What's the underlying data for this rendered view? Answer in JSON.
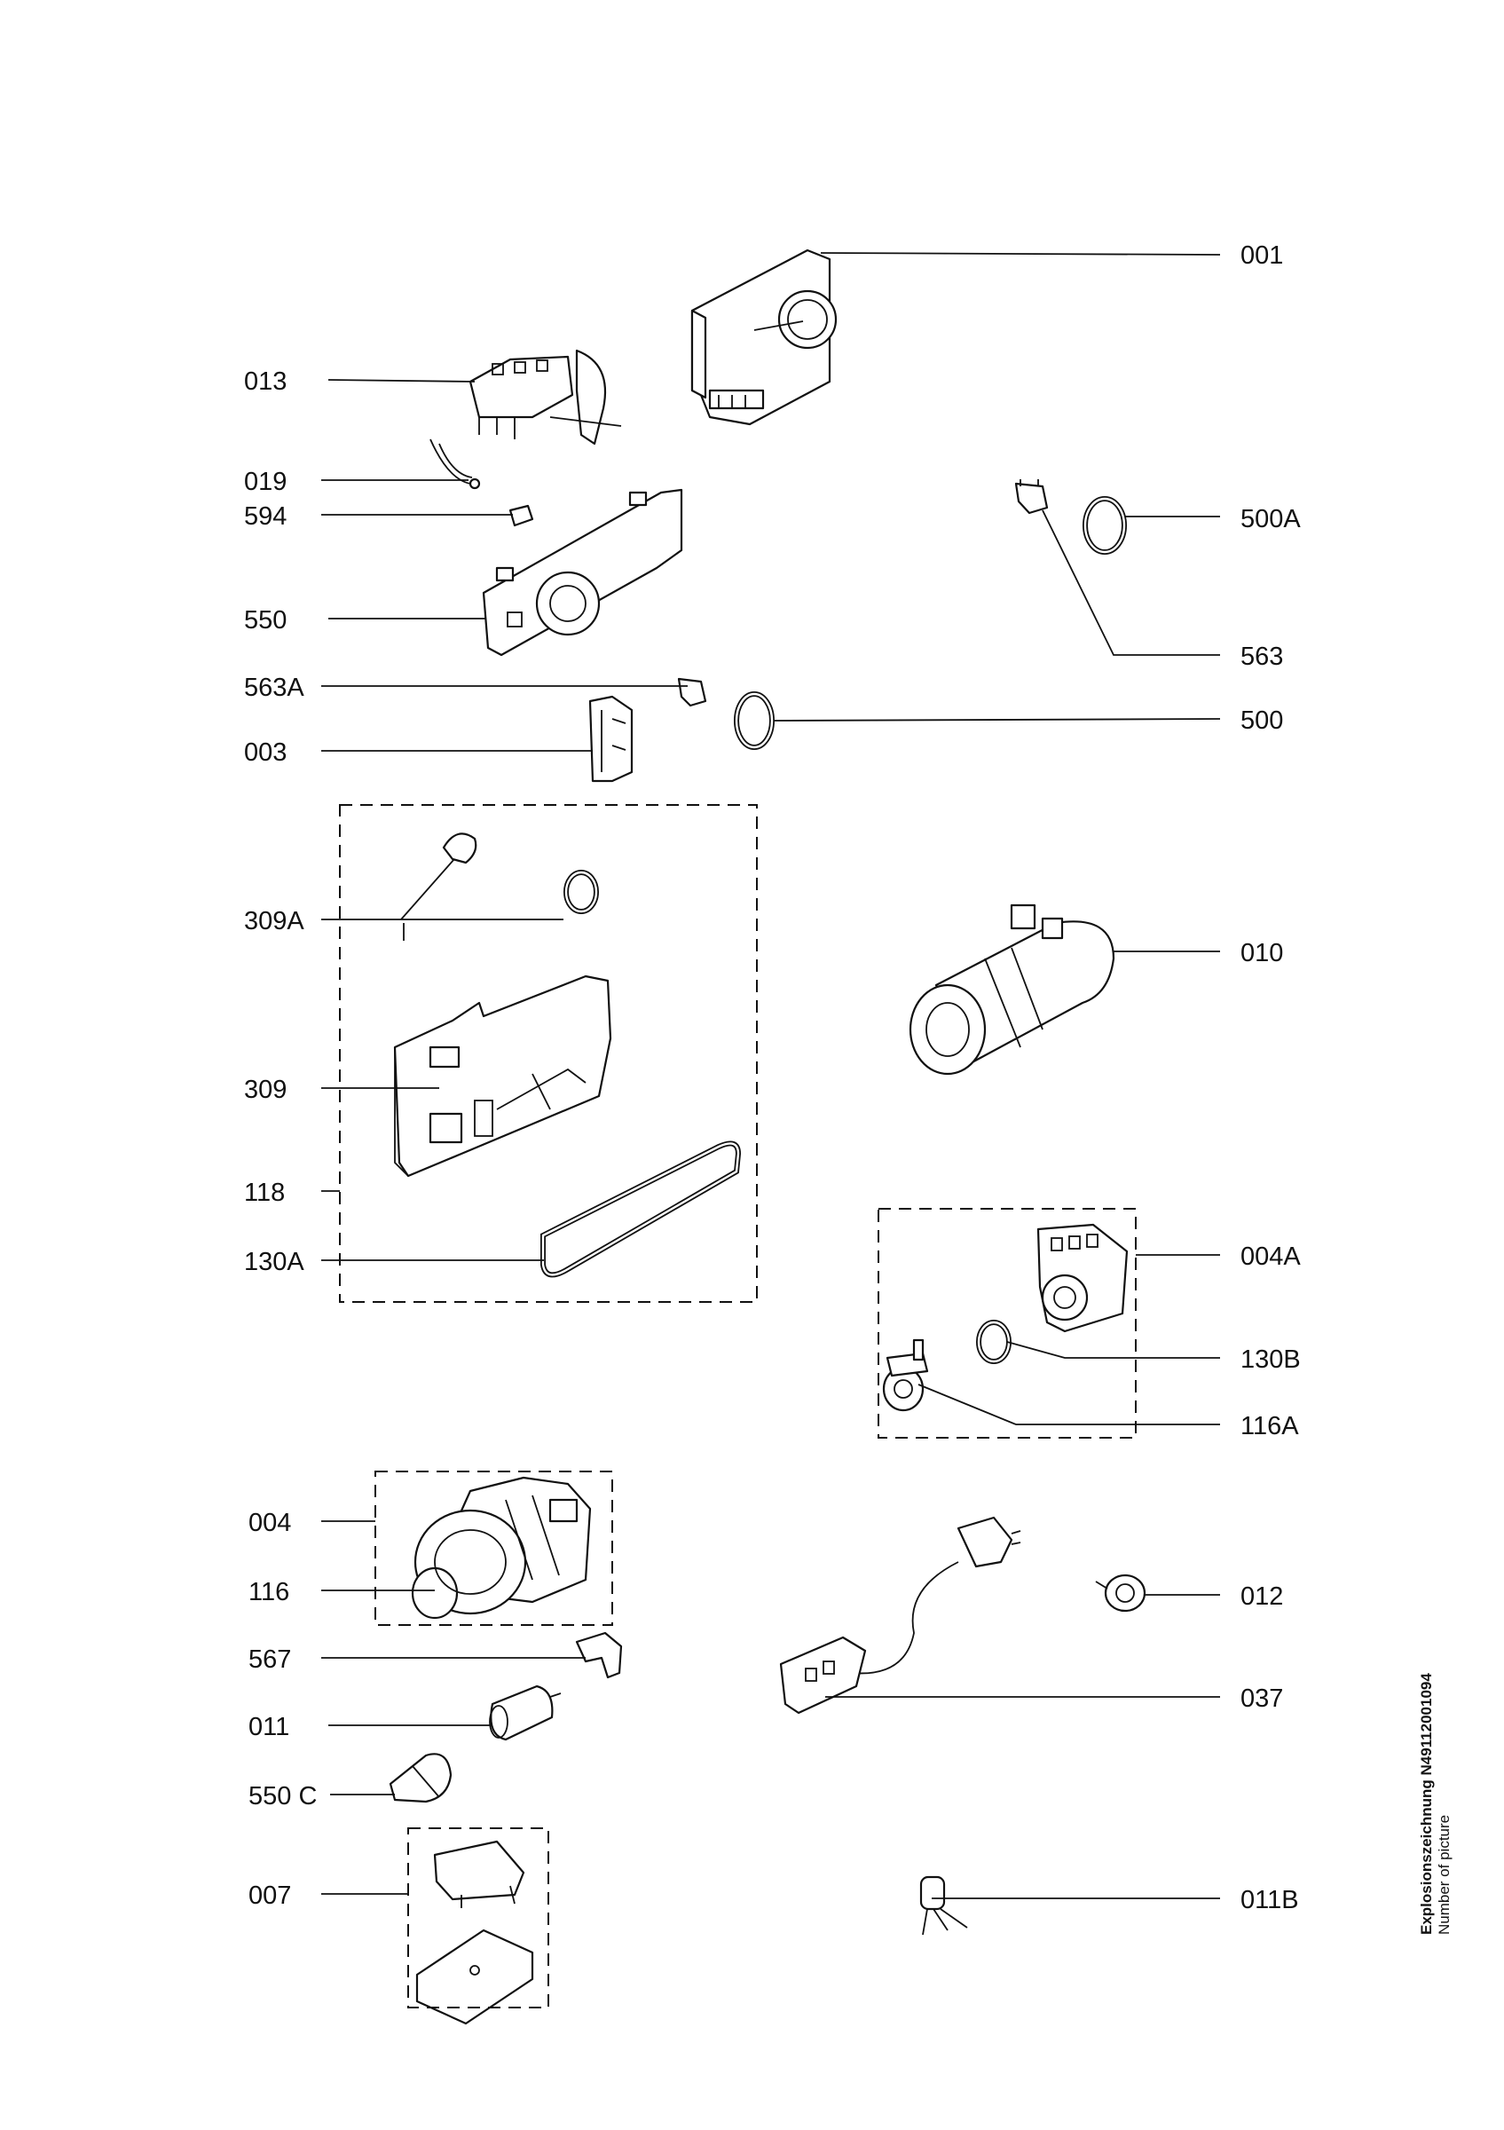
{
  "part_labels": {
    "p001": "001",
    "p013": "013",
    "p019": "019",
    "p594": "594",
    "p500A": "500A",
    "p550": "550",
    "p563": "563",
    "p563A": "563A",
    "p500": "500",
    "p003": "003",
    "p309A": "309A",
    "p010": "010",
    "p309": "309",
    "p118": "118",
    "p130A": "130A",
    "p004A": "004A",
    "p130B": "130B",
    "p116A": "116A",
    "p004": "004",
    "p116": "116",
    "p012": "012",
    "p567": "567",
    "p037": "037",
    "p011": "011",
    "p550C": "550 C",
    "p007": "007",
    "p011B": "011B"
  },
  "side_caption": {
    "title": "Explosionszeichnung N49112001094",
    "subtitle": "Number of picture"
  }
}
